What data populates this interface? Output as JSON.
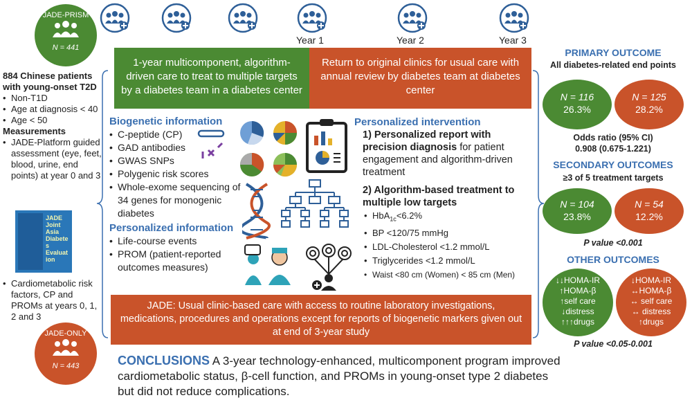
{
  "prism": {
    "label": "JADE-PRISM",
    "n": "N = 441"
  },
  "only": {
    "label": "JADE-ONLY",
    "n": "N = 443"
  },
  "left": {
    "title": "884 Chinese patients with young-onset T2D",
    "criteria": [
      "Non-T1D",
      "Age at diagnosis < 40",
      "Age < 50"
    ],
    "measure_title": "Measurements",
    "measure_item": "JADE-Platform guided assessment (eye, feet, blood, urine, end points) at year 0 and 3",
    "logo_text": "JADE Joint Asia Diabetes Evaluation",
    "risk_item": "Cardiometabolic risk factors, CP and PROMs at years 0, 1, 2 and 3"
  },
  "years": [
    "Year 1",
    "Year 2",
    "Year 3"
  ],
  "banner_green": "1-year multicomponent, algorithm-driven care to treat to multiple targets by a diabetes team in a diabetes center",
  "banner_orange": "Return to original clinics for usual care with annual review by diabetes team at diabetes center",
  "biogenetic": {
    "title": "Biogenetic information",
    "items": [
      "C-peptide (CP)",
      "GAD antibodies",
      "GWAS SNPs",
      "Polygenic risk scores",
      "Whole-exome sequencing of 34 genes for monogenic diabetes"
    ]
  },
  "personal_info": {
    "title": "Personalized information",
    "items": [
      "Life-course events",
      "PROM (patient-reported outcomes measures)"
    ]
  },
  "intervention": {
    "title": "Personalized intervention",
    "p1_bold": "1) Personalized report with precision diagnosis",
    "p1_rest": " for patient engagement and algorithm-driven treatment",
    "p2_bold": "2) Algorithm-based treatment to multiple low targets",
    "hba": "HbA",
    "hba_sub": "1c",
    "hba_val": "<6.2%",
    "targets": [
      "BP <120/75 mmHg",
      "LDL-Cholesterol <1.2 mmol/L",
      "Triglycerides <1.2 mmol/L",
      "Waist <80 cm (Women) < 85 cm (Men)"
    ]
  },
  "jade_bottom": "JADE: Usual clinic-based care with access to routine laboratory investigations, medications, procedures and operations except for reports of biogenetic markers given out at end of 3-year study",
  "outcomes": {
    "primary_title": "PRIMARY OUTCOME",
    "primary_sub": "All diabetes-related end points",
    "p_green": [
      "N = 116",
      "26.3%"
    ],
    "p_orange": [
      "N = 125",
      "28.2%"
    ],
    "or_label": "Odds ratio (95% CI)",
    "or_value": "0.908 (0.675-1.221)",
    "secondary_title": "SECONDARY OUTCOMES",
    "secondary_sub": "≥3 of 5 treatment targets",
    "s_green": [
      "N = 104",
      "23.8%"
    ],
    "s_orange": [
      "N = 54",
      "12.2%"
    ],
    "s_p": "P value <0.001",
    "other_title": "OTHER OUTCOMES",
    "o_green": [
      "↓↓HOMA-IR",
      "↑HOMA-β",
      "↑self care",
      "↓distress",
      "↑↑↑drugs"
    ],
    "o_orange": [
      "↓HOMA-IR",
      "↔HOMA-β",
      "↔ self care",
      "↔ distress",
      "↑drugs"
    ],
    "o_p": "P value <0.05-0.001"
  },
  "conclusion": {
    "label": "CONCLUSIONS",
    "text": " A 3-year technology-enhanced, multicomponent program improved cardiometabolic status, β-cell function, and PROMs in young-onset type 2 diabetes but did not reduce complications."
  },
  "colors": {
    "green": "#4b8a33",
    "orange": "#c9532a",
    "blue": "#3a6fb0",
    "icon": "#2e5f98"
  }
}
